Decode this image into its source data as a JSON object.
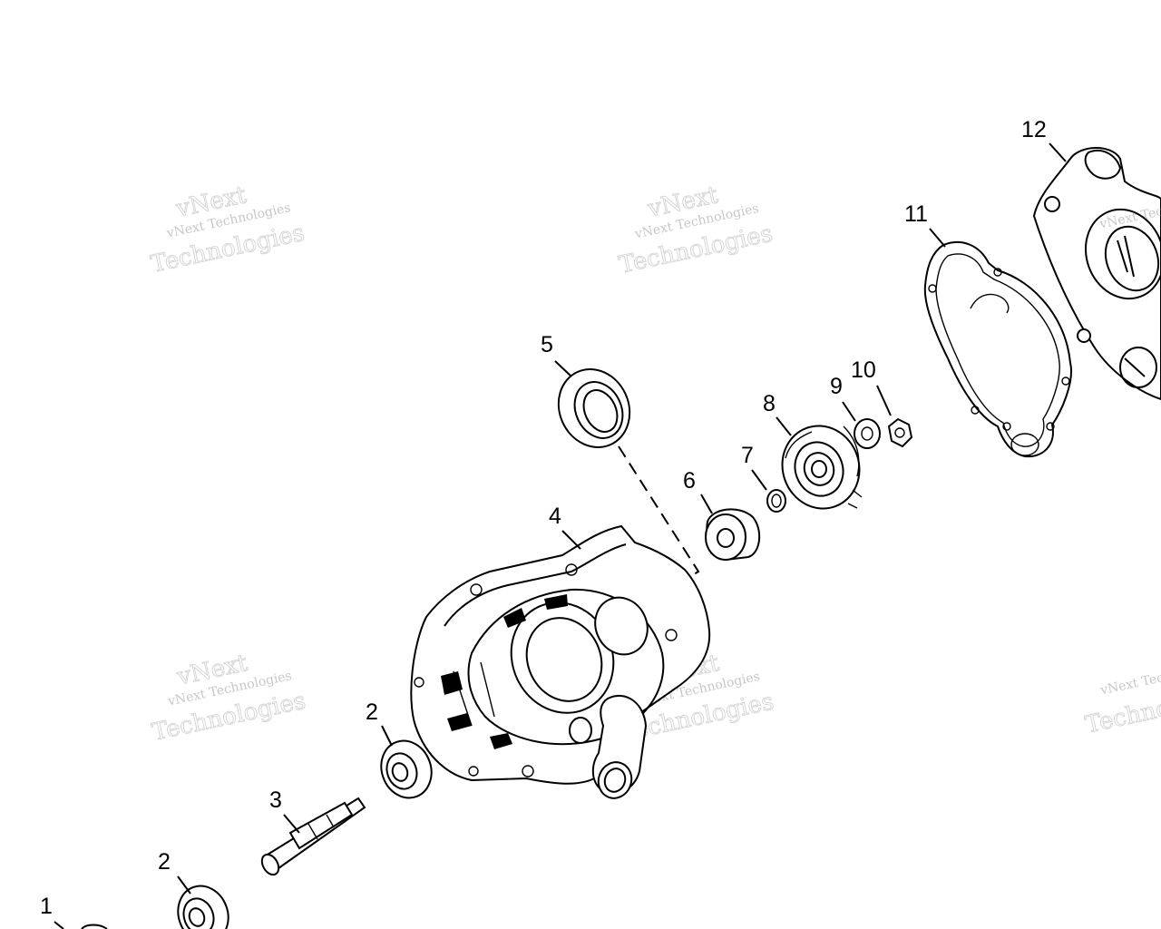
{
  "callouts": {
    "c1": "1",
    "c2a": "2",
    "c2b": "2",
    "c3": "3",
    "c4": "4",
    "c5": "5",
    "c6": "6",
    "c7": "7",
    "c8": "8",
    "c9": "9",
    "c10": "10",
    "c11": "11",
    "c12": "12"
  },
  "watermark": {
    "brand_line": "vNext Technologies",
    "outline_top": "vNext",
    "outline_bottom": "Technologies"
  }
}
